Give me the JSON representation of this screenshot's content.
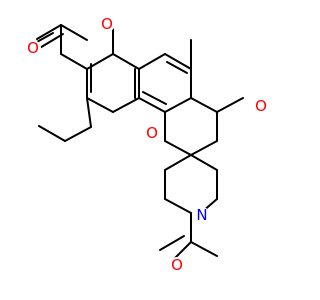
{
  "molecule": {
    "colors": {
      "bond": "#000000",
      "oxygen": "#ff0000",
      "nitrogen": "#0000ff"
    },
    "atom_labels": [
      {
        "id": "o-carbonyl-lactone",
        "text": "O",
        "element": "oxygen"
      },
      {
        "id": "o-ring-lactone",
        "text": "O",
        "element": "oxygen"
      },
      {
        "id": "o-carbonyl-ketone",
        "text": "O",
        "element": "oxygen"
      },
      {
        "id": "o-ring-spiro",
        "text": "O",
        "element": "oxygen"
      },
      {
        "id": "n-piperidine",
        "text": "N",
        "element": "nitrogen"
      },
      {
        "id": "o-carbonyl-acetyl",
        "text": "O",
        "element": "oxygen"
      }
    ]
  }
}
